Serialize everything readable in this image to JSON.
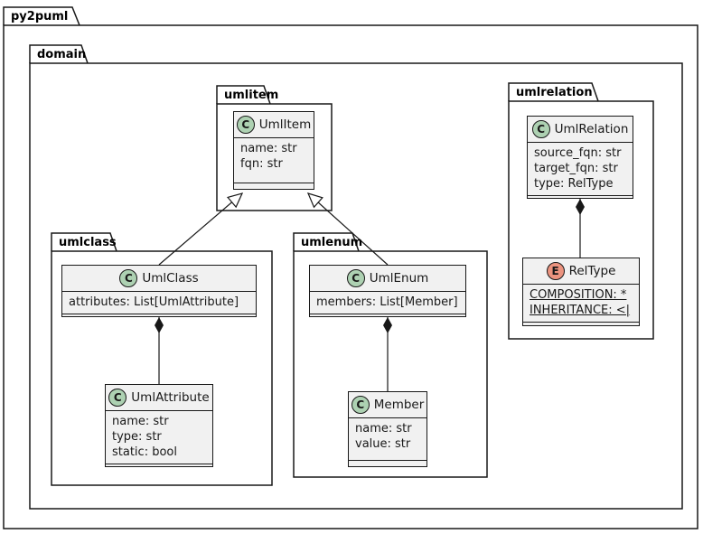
{
  "colors": {
    "background": "#FFFFFF",
    "package_border": "#181818",
    "class_background": "#F1F1F1",
    "class_border": "#181818",
    "class_icon_background": "#ADD1B2",
    "enum_icon_background": "#EB937F"
  },
  "packages": {
    "py2puml": {
      "label": "py2puml"
    },
    "domain": {
      "label": "domain"
    },
    "umlitem": {
      "label": "umlitem"
    },
    "umlclass": {
      "label": "umlclass"
    },
    "umlenum": {
      "label": "umlenum"
    },
    "umlrelation": {
      "label": "umlrelation"
    }
  },
  "classes": {
    "UmlItem": {
      "icon": "C",
      "name": "UmlItem",
      "fields": [
        "name: str",
        "fqn: str"
      ]
    },
    "UmlClass": {
      "icon": "C",
      "name": "UmlClass",
      "fields": [
        "attributes: List[UmlAttribute]"
      ]
    },
    "UmlAttribute": {
      "icon": "C",
      "name": "UmlAttribute",
      "fields": [
        "name: str",
        "type: str",
        "static: bool"
      ]
    },
    "UmlEnum": {
      "icon": "C",
      "name": "UmlEnum",
      "fields": [
        "members: List[Member]"
      ]
    },
    "Member": {
      "icon": "C",
      "name": "Member",
      "fields": [
        "name: str",
        "value: str"
      ]
    },
    "UmlRelation": {
      "icon": "C",
      "name": "UmlRelation",
      "fields": [
        "source_fqn: str",
        "target_fqn: str",
        "type: RelType"
      ]
    },
    "RelType": {
      "icon": "E",
      "name": "RelType",
      "fields": [
        "COMPOSITION: *",
        "INHERITANCE: <|"
      ]
    }
  },
  "relations": [
    {
      "type": "inheritance",
      "from": "UmlClass",
      "to": "UmlItem"
    },
    {
      "type": "inheritance",
      "from": "UmlEnum",
      "to": "UmlItem"
    },
    {
      "type": "composition",
      "owner": "UmlClass",
      "part": "UmlAttribute"
    },
    {
      "type": "composition",
      "owner": "UmlEnum",
      "part": "Member"
    },
    {
      "type": "composition",
      "owner": "UmlRelation",
      "part": "RelType"
    }
  ]
}
